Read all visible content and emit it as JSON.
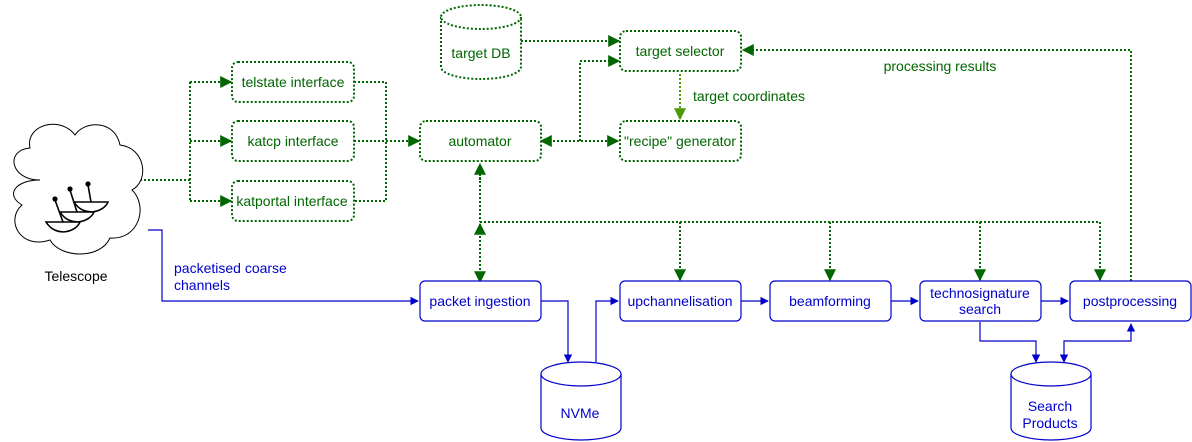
{
  "nodes": {
    "telescope": "Telescope",
    "telstate": "telstate interface",
    "katcp": "katcp interface",
    "katportal": "katportal interface",
    "automator": "automator",
    "target_db": "target DB",
    "target_selector": "target selector",
    "recipe_generator": "\"recipe\" generator",
    "packet_ingestion": "packet ingestion",
    "nvme": "NVMe",
    "upchannelisation": "upchannelisation",
    "beamforming": "beamforming",
    "technosignature_line1": "technosignature",
    "technosignature_line2": "search",
    "postprocessing": "postprocessing",
    "search_products_line1": "Search",
    "search_products_line2": "Products"
  },
  "edge_labels": {
    "processing_results": "processing results",
    "target_coordinates": "target coordinates",
    "coarse_line1": "packetised coarse",
    "coarse_line2": "channels"
  },
  "colors": {
    "control": "#006600",
    "coordinates": "#4d9900",
    "data": "#0000cc",
    "telescope": "#000000"
  }
}
